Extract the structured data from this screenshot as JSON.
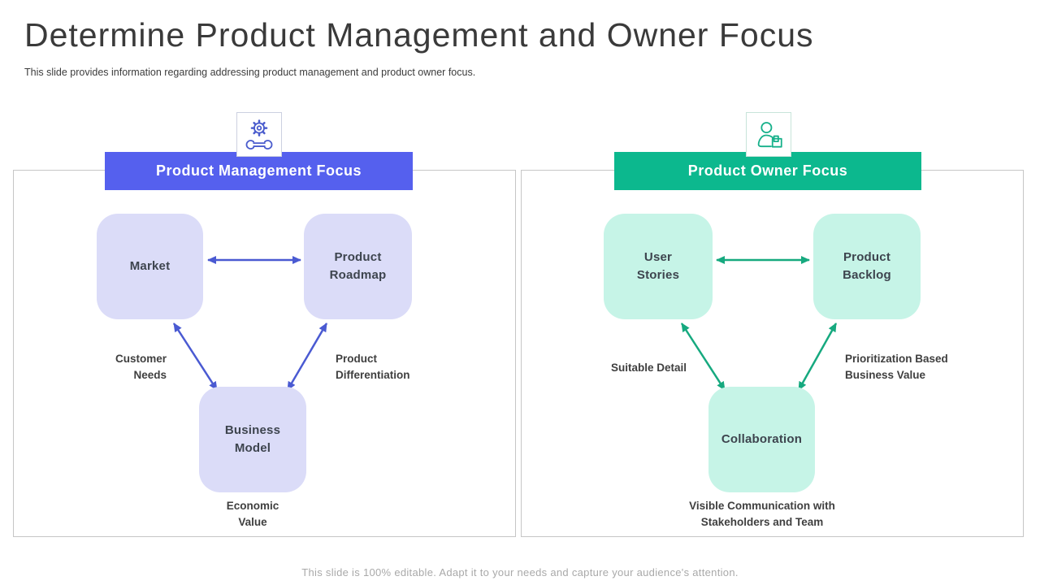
{
  "slide": {
    "title": "Determine Product Management and Owner Focus",
    "subtitle": "This slide provides information regarding addressing product management and product owner focus.",
    "footer": "This slide is 100% editable. Adapt it to your needs and capture your audience's attention."
  },
  "panels": [
    {
      "name": "product-management-focus",
      "header_label": "Product Management Focus",
      "icon": "gear-wrench-icon",
      "colors": {
        "accent": "#5560ee",
        "box_fill": "#dbdcf8",
        "arrow": "#4a5ad2",
        "icon": "#4a5ccd",
        "icon_box_border": "#ccd0e0"
      },
      "nodes": {
        "top_left": "Market",
        "top_right": "Product\nRoadmap",
        "bottom": "Business\nModel"
      },
      "annotations": {
        "left": "Customer\nNeeds",
        "right": "Product\nDifferentiation",
        "bottom": "Economic\nValue"
      }
    },
    {
      "name": "product-owner-focus",
      "header_label": "Product Owner Focus",
      "icon": "person-package-icon",
      "colors": {
        "accent": "#0cb88e",
        "box_fill": "#c6f4e7",
        "arrow": "#16a97f",
        "icon": "#16b08a",
        "icon_box_border": "#c8e4da"
      },
      "nodes": {
        "top_left": "User\nStories",
        "top_right": "Product\nBacklog",
        "bottom": "Collaboration"
      },
      "annotations": {
        "left": "Suitable Detail",
        "right": "Prioritization Based\nBusiness Value",
        "bottom": "Visible Communication with\nStakeholders and Team"
      }
    }
  ]
}
